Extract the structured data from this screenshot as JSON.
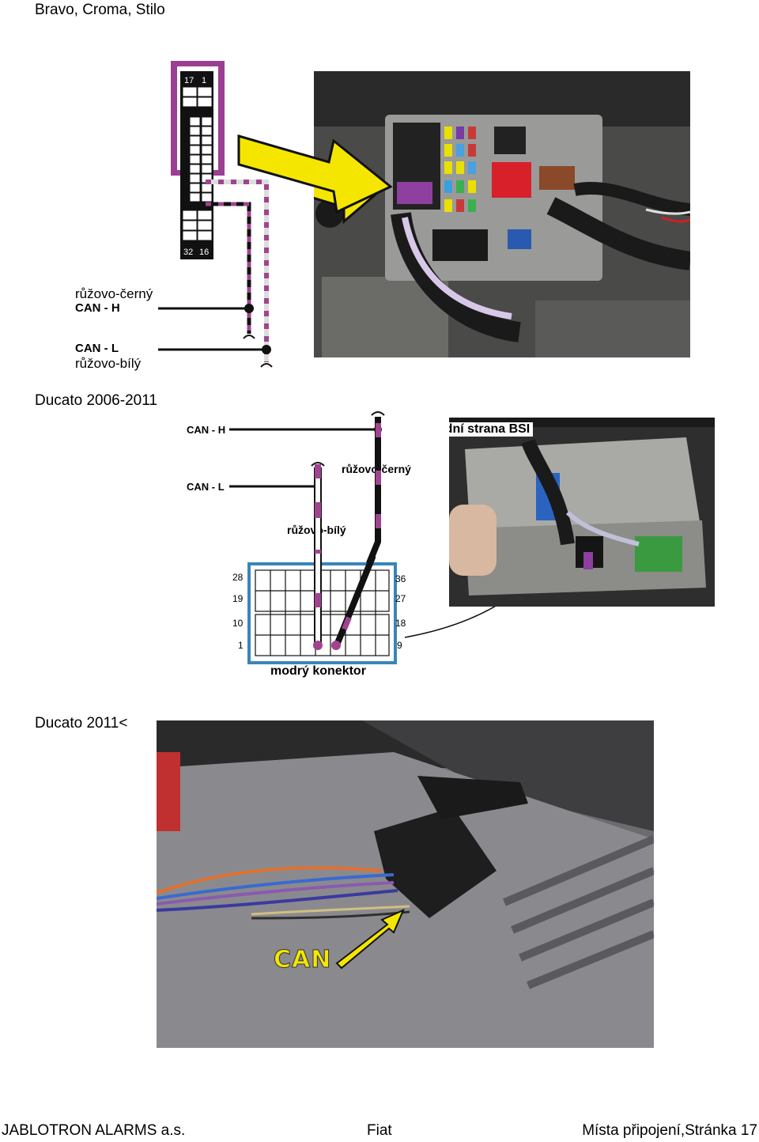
{
  "section1": {
    "heading": "Bravo, Croma, Stilo",
    "connector_pins": {
      "top_left": "17",
      "top_right": "1",
      "bottom_left": "32",
      "bottom_right": "16"
    },
    "labels": {
      "wire1_color": "růžovo-černý",
      "wire1_signal": "CAN - H",
      "wire2_signal": "CAN - L",
      "wire2_color": "růžovo-bílý"
    }
  },
  "section2": {
    "heading": "Ducato 2006-2011",
    "labels": {
      "can_h": "CAN - H",
      "can_l": "CAN - L",
      "pink_black": "růžovo-černý",
      "pink_white": "růžovo-bílý",
      "photo_caption": "Zadní strana BSI",
      "connector_caption": "modrý konektor"
    },
    "pins_left": [
      "28",
      "19",
      "10",
      "1"
    ],
    "pins_right": [
      "36",
      "27",
      "18",
      "9"
    ]
  },
  "section3": {
    "heading": "Ducato 2011<",
    "photo_label": "CAN"
  },
  "footer": {
    "left": "JABLOTRON ALARMS a.s.",
    "center": "Fiat",
    "right": "Místa připojení,Stránka 17"
  },
  "colors": {
    "pink": "#a0448f",
    "yellow_arrow": "#f5e600",
    "connector_blue": "#3a86b8"
  }
}
